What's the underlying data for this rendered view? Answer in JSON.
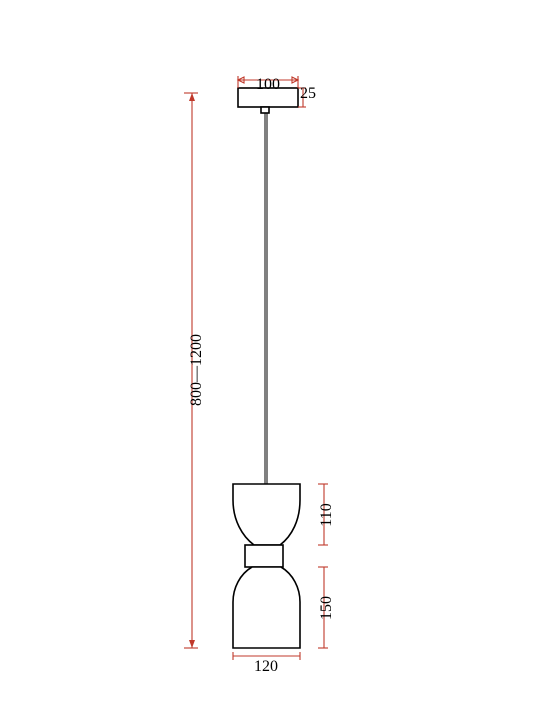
{
  "dimensions": {
    "canopy_width": "100",
    "canopy_height": "25",
    "cable_length": "800—1200",
    "upper_shade_height": "110",
    "lower_shade_height": "150",
    "shade_diameter": "120"
  },
  "colors": {
    "line": "#000000",
    "dimension_line": "#c0392b",
    "background": "#ffffff"
  }
}
